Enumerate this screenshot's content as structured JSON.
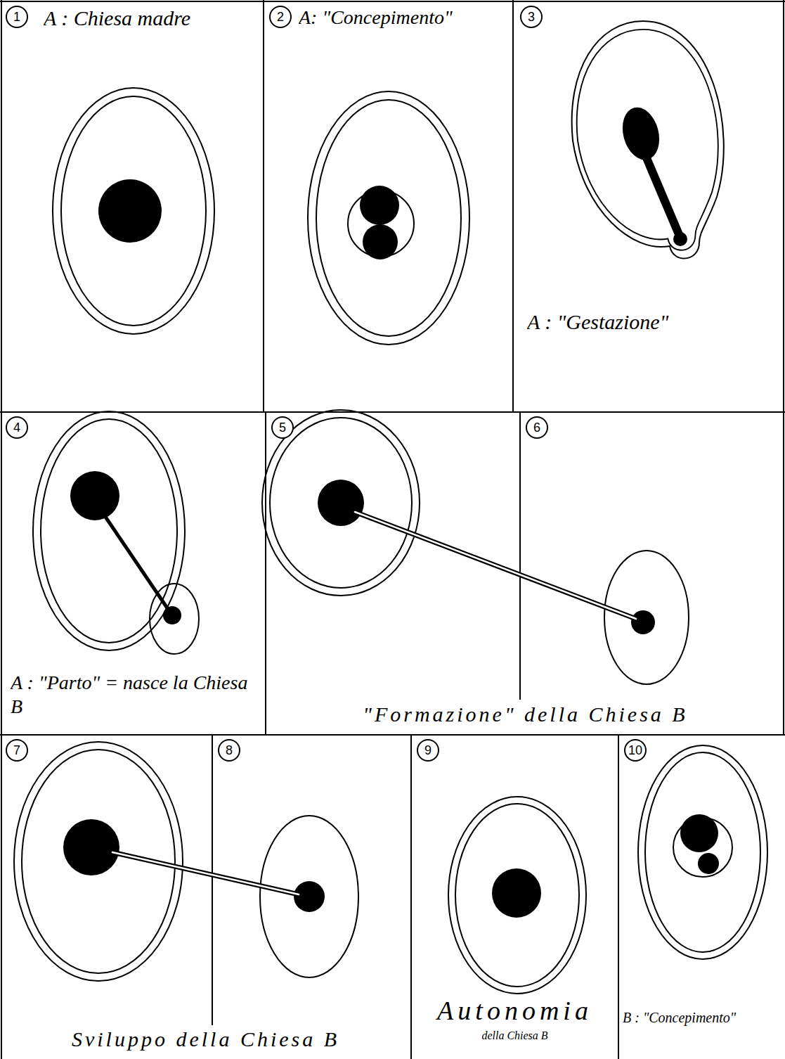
{
  "diagram": {
    "nodes": [
      {
        "text": [
          "1",
          "A : Chiesa madre"
        ]
      },
      {
        "text": [
          "2",
          "A: \"Concepimento\""
        ]
      },
      {
        "text": [
          "3",
          "A : \"Gestazione\""
        ]
      },
      {
        "text": [
          "4",
          "A : \"Parto\" = nasce la Chiesa B"
        ]
      },
      {
        "text": [
          "5"
        ]
      },
      {
        "text": [
          "6"
        ]
      },
      {
        "text": [
          "7"
        ]
      },
      {
        "text": [
          "8"
        ]
      },
      {
        "text": [
          "9",
          "Autonomia",
          "della Chiesa B"
        ]
      },
      {
        "text": [
          "10",
          "B : \"Concepimento\""
        ]
      }
    ],
    "labels": [
      "\"Formazione\" della Chiesa B",
      "Sviluppo della Chiesa B"
    ]
  }
}
